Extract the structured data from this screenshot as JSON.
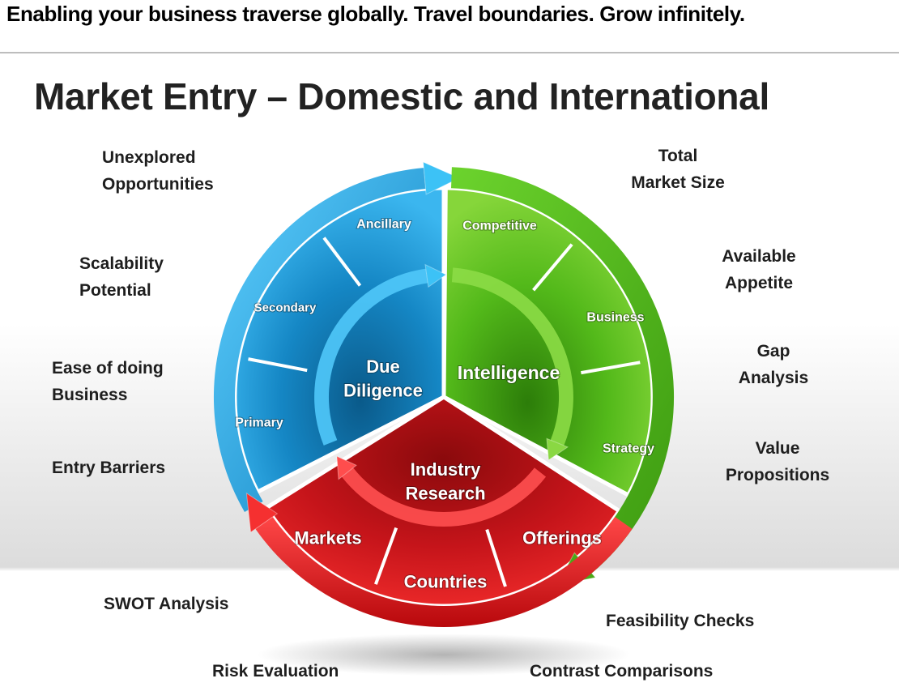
{
  "header": {
    "tagline": "Enabling your business traverse globally. Travel boundaries. Grow infinitely.",
    "title": "Market Entry – Domestic and International"
  },
  "colors": {
    "blue": "#1b9fdc",
    "green": "#4fb81a",
    "red": "#d8141a"
  },
  "segments": {
    "blue": {
      "center": "Due\nDiligence",
      "bands": [
        "Ancillary",
        "Secondary",
        "Primary"
      ],
      "outer_labels": [
        "Unexplored\nOpportunities",
        "Scalability\nPotential",
        "Ease of doing\nBusiness",
        "Entry Barriers"
      ]
    },
    "green": {
      "center": "Intelligence",
      "bands": [
        "Competitive",
        "Business",
        "Strategy"
      ],
      "outer_labels": [
        "Total\nMarket Size",
        "Available\nAppetite",
        "Gap\nAnalysis",
        "Value\nPropositions"
      ]
    },
    "red": {
      "center": "Industry\nResearch",
      "bands": [
        "Markets",
        "Countries",
        "Offerings"
      ],
      "outer_labels": [
        "SWOT Analysis",
        "Feasibility Checks",
        "Risk Evaluation",
        "Contrast Comparisons"
      ]
    }
  }
}
